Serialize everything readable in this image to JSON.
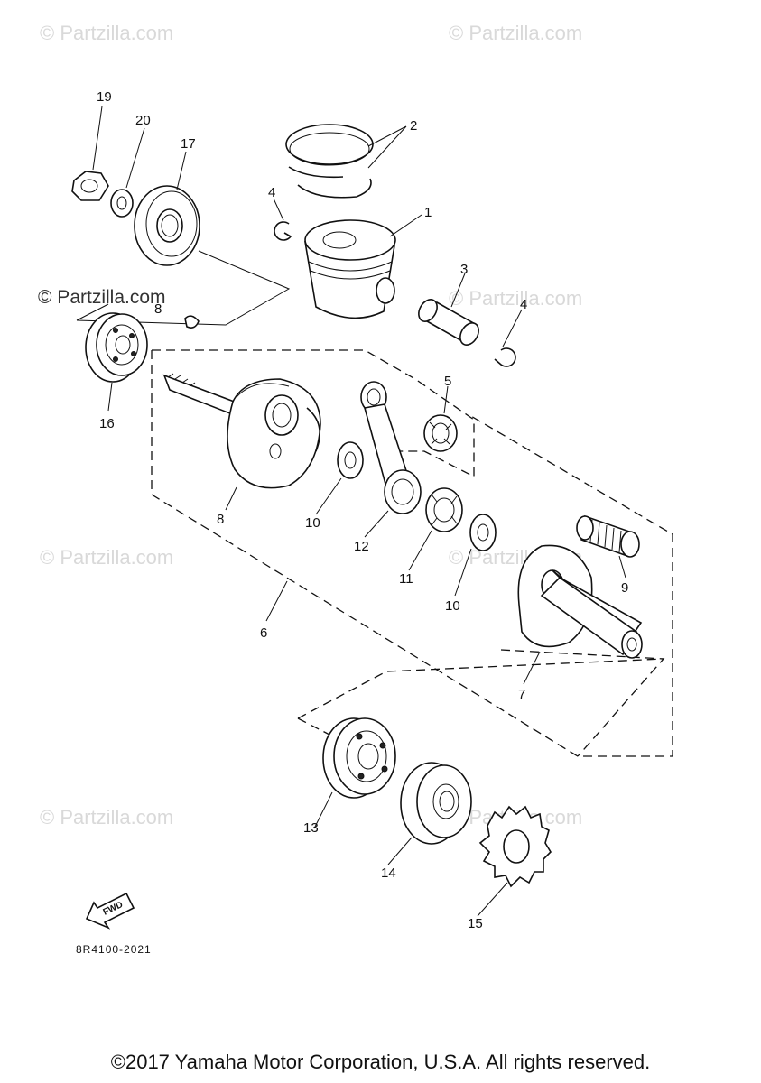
{
  "watermarks": [
    {
      "text": "© Partzilla.com",
      "style": "faint"
    },
    {
      "text": "© Partzilla.com",
      "style": "faint"
    },
    {
      "text": "© Partzilla.com",
      "style": "strong"
    },
    {
      "text": "© Partzilla.com",
      "style": "faint"
    },
    {
      "text": "© Partzilla.com",
      "style": "faint"
    },
    {
      "text": "© Partzilla.com",
      "style": "faint"
    },
    {
      "text": "© Partzilla.com",
      "style": "faint"
    },
    {
      "text": "© Partzilla.com",
      "style": "faint"
    }
  ],
  "part_labels": {
    "n1": "1",
    "n2": "2",
    "n3": "3",
    "n4a": "4",
    "n4b": "4",
    "n5": "5",
    "n6": "6",
    "n7": "7",
    "n8a": "8",
    "n8b": "8",
    "n9": "9",
    "n10a": "10",
    "n10b": "10",
    "n11": "11",
    "n12": "12",
    "n13": "13",
    "n14": "14",
    "n15": "15",
    "n16": "16",
    "n17": "17",
    "n19": "19",
    "n20": "20"
  },
  "fwd_label": "FWD",
  "diagram_code": "8R4100-2021",
  "copyright": "©2017 Yamaha Motor Corporation, U.S.A. All rights reserved."
}
